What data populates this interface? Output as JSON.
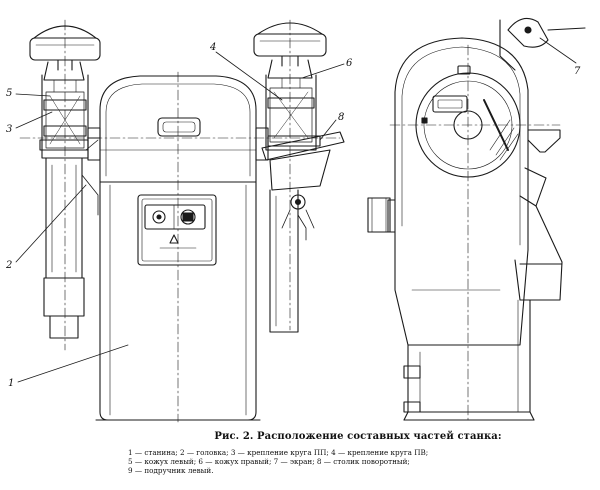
{
  "figure": {
    "caption": "Рис. 2. Расположение составных частей станка:",
    "callouts": [
      "1",
      "2",
      "3",
      "4",
      "5",
      "6",
      "7",
      "8"
    ],
    "legend": [
      "1 — станина; 2 — головка; 3 — крепление круга ПП; 4 — крепление круга ПВ;",
      "5 — кожух левый; 6 — кожух правый; 7 — экран; 8 — столик поворотный;",
      "9 — подручник левый."
    ]
  }
}
